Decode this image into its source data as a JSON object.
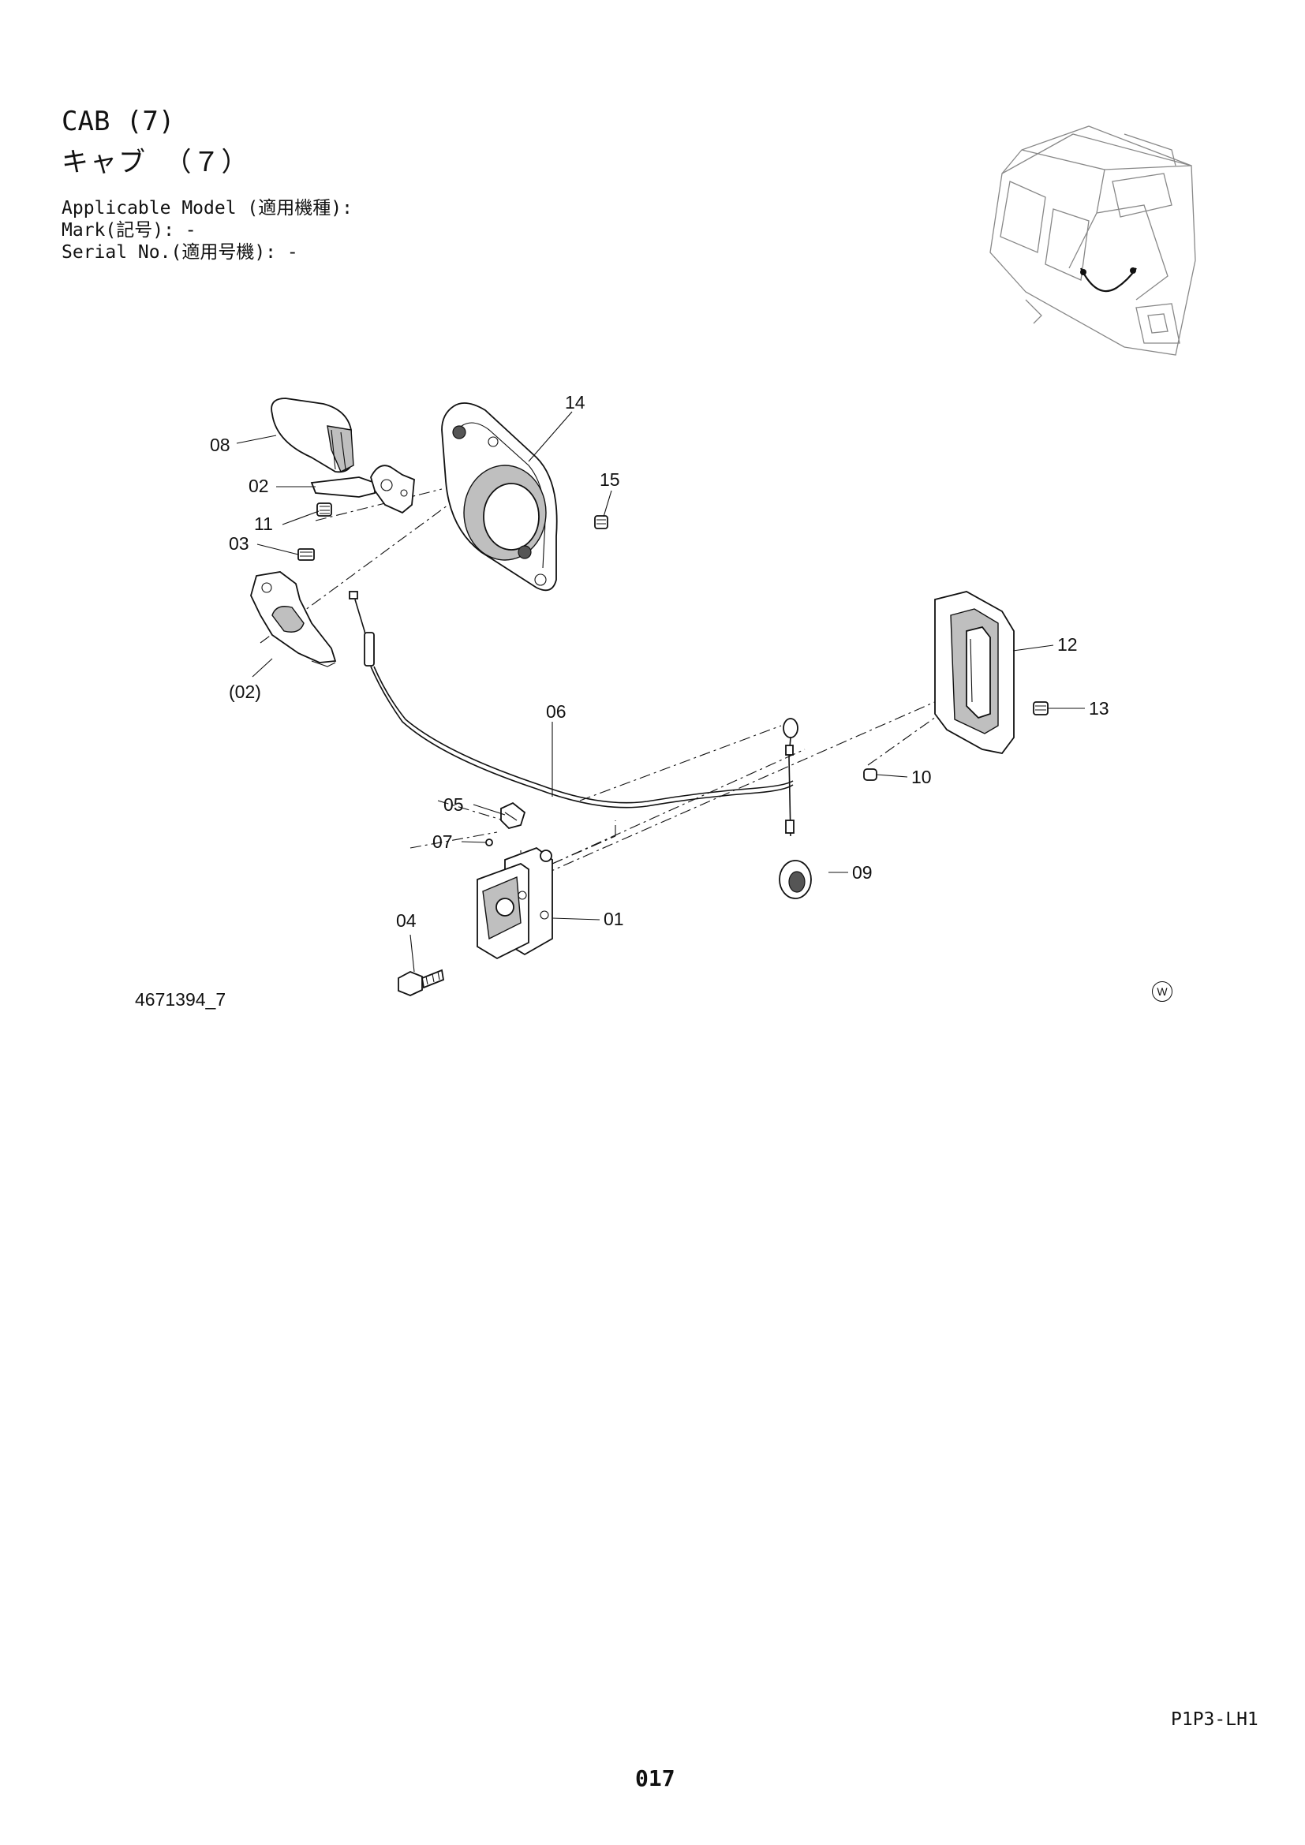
{
  "title": {
    "english": "CAB (7)",
    "japanese": "キャブ （７）"
  },
  "meta": {
    "applicable_model": "Applicable Model (適用機種):",
    "mark": "Mark(記号): -",
    "serial_no": "Serial No.(適用号機): -"
  },
  "callouts": {
    "p01": "01",
    "p02": "02",
    "p02_ref": "(02)",
    "p03": "03",
    "p04": "04",
    "p05": "05",
    "p06": "06",
    "p07": "07",
    "p08": "08",
    "p09": "09",
    "p10": "10",
    "p11": "11",
    "p12": "12",
    "p13": "13",
    "p14": "14",
    "p15": "15"
  },
  "drawing_id": "4671394_7",
  "w_mark": "W",
  "sheet_code": "P1P3-LH1",
  "page_number": "017"
}
